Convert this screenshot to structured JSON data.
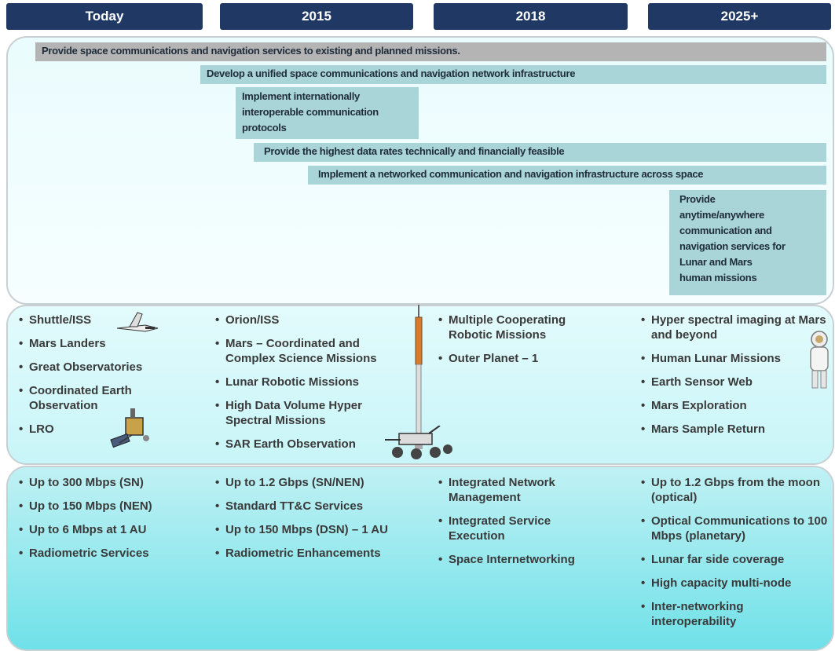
{
  "headers": [
    "Today",
    "2015",
    "2018",
    "2025+"
  ],
  "goals": [
    "Provide space communications and navigation services to existing and planned missions.",
    "Develop a unified space communications and navigation network infrastructure",
    "Implement internationally interoperable communication protocols",
    "Provide the highest data rates technically and financially feasible",
    "Implement a networked communication and navigation infrastructure across space",
    "Provide anytime/anywhere communication and navigation services for Lunar and Mars human missions"
  ],
  "missions": [
    [
      "Shuttle/ISS",
      "Mars Landers",
      "Great Observatories",
      "Coordinated Earth Observation",
      "LRO"
    ],
    [
      "Orion/ISS",
      "Mars – Coordinated and Complex Science Missions",
      "Lunar Robotic Missions",
      "High Data Volume Hyper Spectral Missions",
      "SAR Earth Observation"
    ],
    [
      "Multiple Cooperating Robotic Missions",
      "Outer Planet – 1"
    ],
    [
      "Hyper spectral imaging at Mars and beyond",
      "Human Lunar Missions",
      "Earth Sensor Web",
      "Mars Exploration",
      "Mars Sample Return"
    ]
  ],
  "capabilities": [
    [
      "Up to 300 Mbps (SN)",
      "Up to 150 Mbps (NEN)",
      "Up to 6 Mbps at 1 AU",
      "Radiometric Services"
    ],
    [
      "Up to 1.2 Gbps (SN/NEN)",
      "Standard TT&C Services",
      "Up to 150 Mbps (DSN) – 1 AU",
      "Radiometric Enhancements"
    ],
    [
      "Integrated Network Management",
      "Integrated Service Execution",
      "Space Internetworking"
    ],
    [
      "Up to 1.2 Gbps from the moon (optical)",
      "Optical Communications to 100 Mbps (planetary)",
      "Lunar far side coverage",
      "High capacity multi-node",
      "Inter-networking interoperability"
    ]
  ],
  "colors": {
    "header_bg": "#1f3864",
    "goal_gray": "#b4b4b4",
    "goal_teal": "#a9d4d8"
  },
  "icons": [
    "space-shuttle-icon",
    "satellite-icon",
    "rocket-icon",
    "mars-rover-icon",
    "astronaut-icon"
  ]
}
